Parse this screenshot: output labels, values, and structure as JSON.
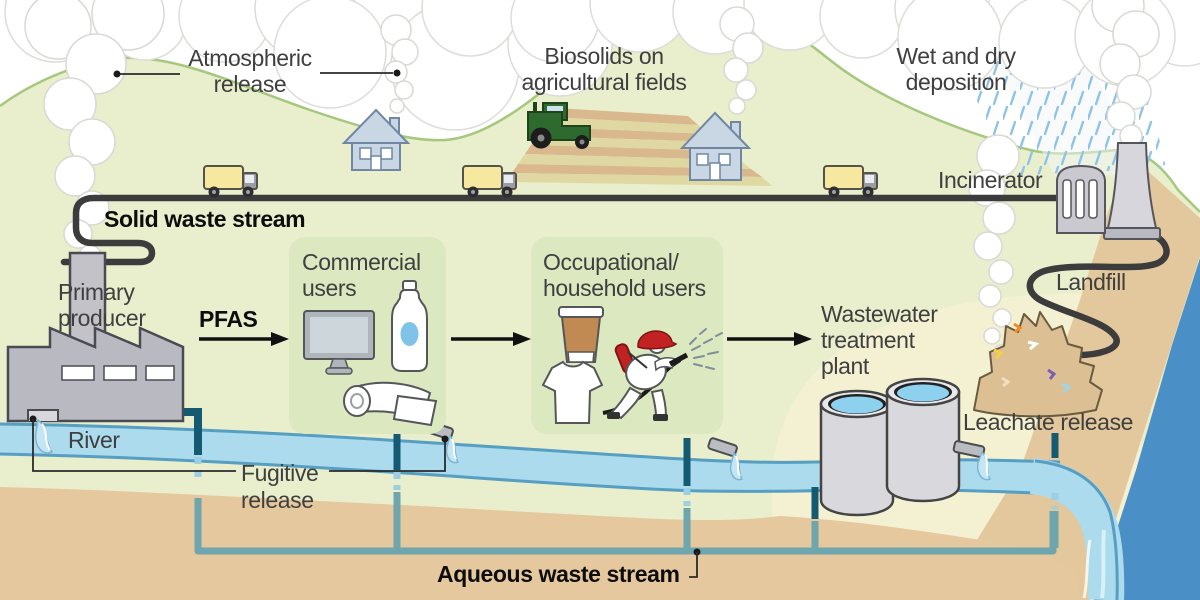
{
  "title": "PFAS waste stream environmental pathway diagram",
  "labels": {
    "atmospheric_release": {
      "line1": "Atmospheric",
      "line2": "release"
    },
    "biosolids": {
      "line1": "Biosolids on",
      "line2": "agricultural fields"
    },
    "wet_dry_deposition": {
      "line1": "Wet and dry",
      "line2": "deposition"
    },
    "incinerator": "Incinerator",
    "solid_waste_stream": "Solid waste stream",
    "primary_producer": {
      "line1": "Primary",
      "line2": "producer"
    },
    "pfas": "PFAS",
    "commercial_users": {
      "line1": "Commercial",
      "line2": "users"
    },
    "occupational_household_users": {
      "line1": "Occupational/",
      "line2": "household users"
    },
    "wastewater_treatment_plant": {
      "line1": "Wastewater",
      "line2": "treatment",
      "line3": "plant"
    },
    "landfill": "Landfill",
    "leachate_release": "Leachate release",
    "river": "River",
    "fugitive_release": {
      "line1": "Fugitive",
      "line2": "release"
    },
    "aqueous_waste_stream": "Aqueous waste stream"
  },
  "colors": {
    "background_green": "#e9eecd",
    "box_green": "#dce8c0",
    "sand": "#e5c89e",
    "cream_lowland": "#f4f1d2",
    "river_blue": "#abdbec",
    "river_edge": "#569ec2",
    "ocean_blue": "#4a90c6",
    "road_dark": "#3c3c3c",
    "pipe_dark_teal": "#145a73",
    "pipe_light_teal": "#6fa5ac",
    "pipe_dashed": "#9ccfe2",
    "truck_yellow": "#f7e8a0",
    "house_blue": "#c9d7e5",
    "tractor_green": "#2e6a2e",
    "landfill_tan": "#dcc094",
    "firefighter_red": "#c32222",
    "rain_blue": "#8fc4e6",
    "skyline_green": "#a5c87d",
    "label_gray": "#3f3f3f"
  },
  "icons": [
    "factory-icon",
    "smokestack-icon",
    "truck-icon",
    "house-icon",
    "tractor-icon",
    "agricultural-field-icon",
    "incinerator-icon",
    "cooling-tower-icon",
    "landfill-pile-icon",
    "computer-monitor-icon",
    "detergent-bottle-icon",
    "paper-towel-roll-icon",
    "coffee-cup-icon",
    "t-shirt-icon",
    "firefighter-icon",
    "wastewater-tank-icon",
    "pipe-outlet-icon",
    "rain-icon",
    "smoke-icon",
    "cloud-icon",
    "waterfall-icon",
    "river-icon"
  ]
}
